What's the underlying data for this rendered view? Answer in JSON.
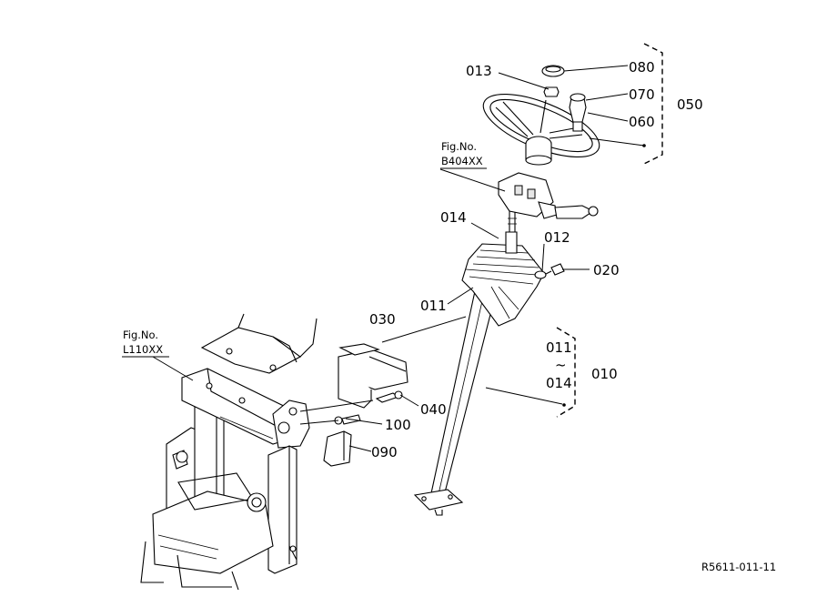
{
  "labels": {
    "p013": "013",
    "p080": "080",
    "p070": "070",
    "p060": "060",
    "p050": "050",
    "p014": "014",
    "p012": "012",
    "p020": "020",
    "p011": "011",
    "p030": "030",
    "p040": "040",
    "p100": "100",
    "p090": "090",
    "p010": "010",
    "range_from": "011",
    "range_sep": "~",
    "range_to": "014"
  },
  "figure_refs": {
    "upper_title": "Fig.No.",
    "upper_code": "B404XX",
    "lower_title": "Fig.No.",
    "lower_code": "L110XX"
  },
  "drawing_code": "R5611-011-11"
}
